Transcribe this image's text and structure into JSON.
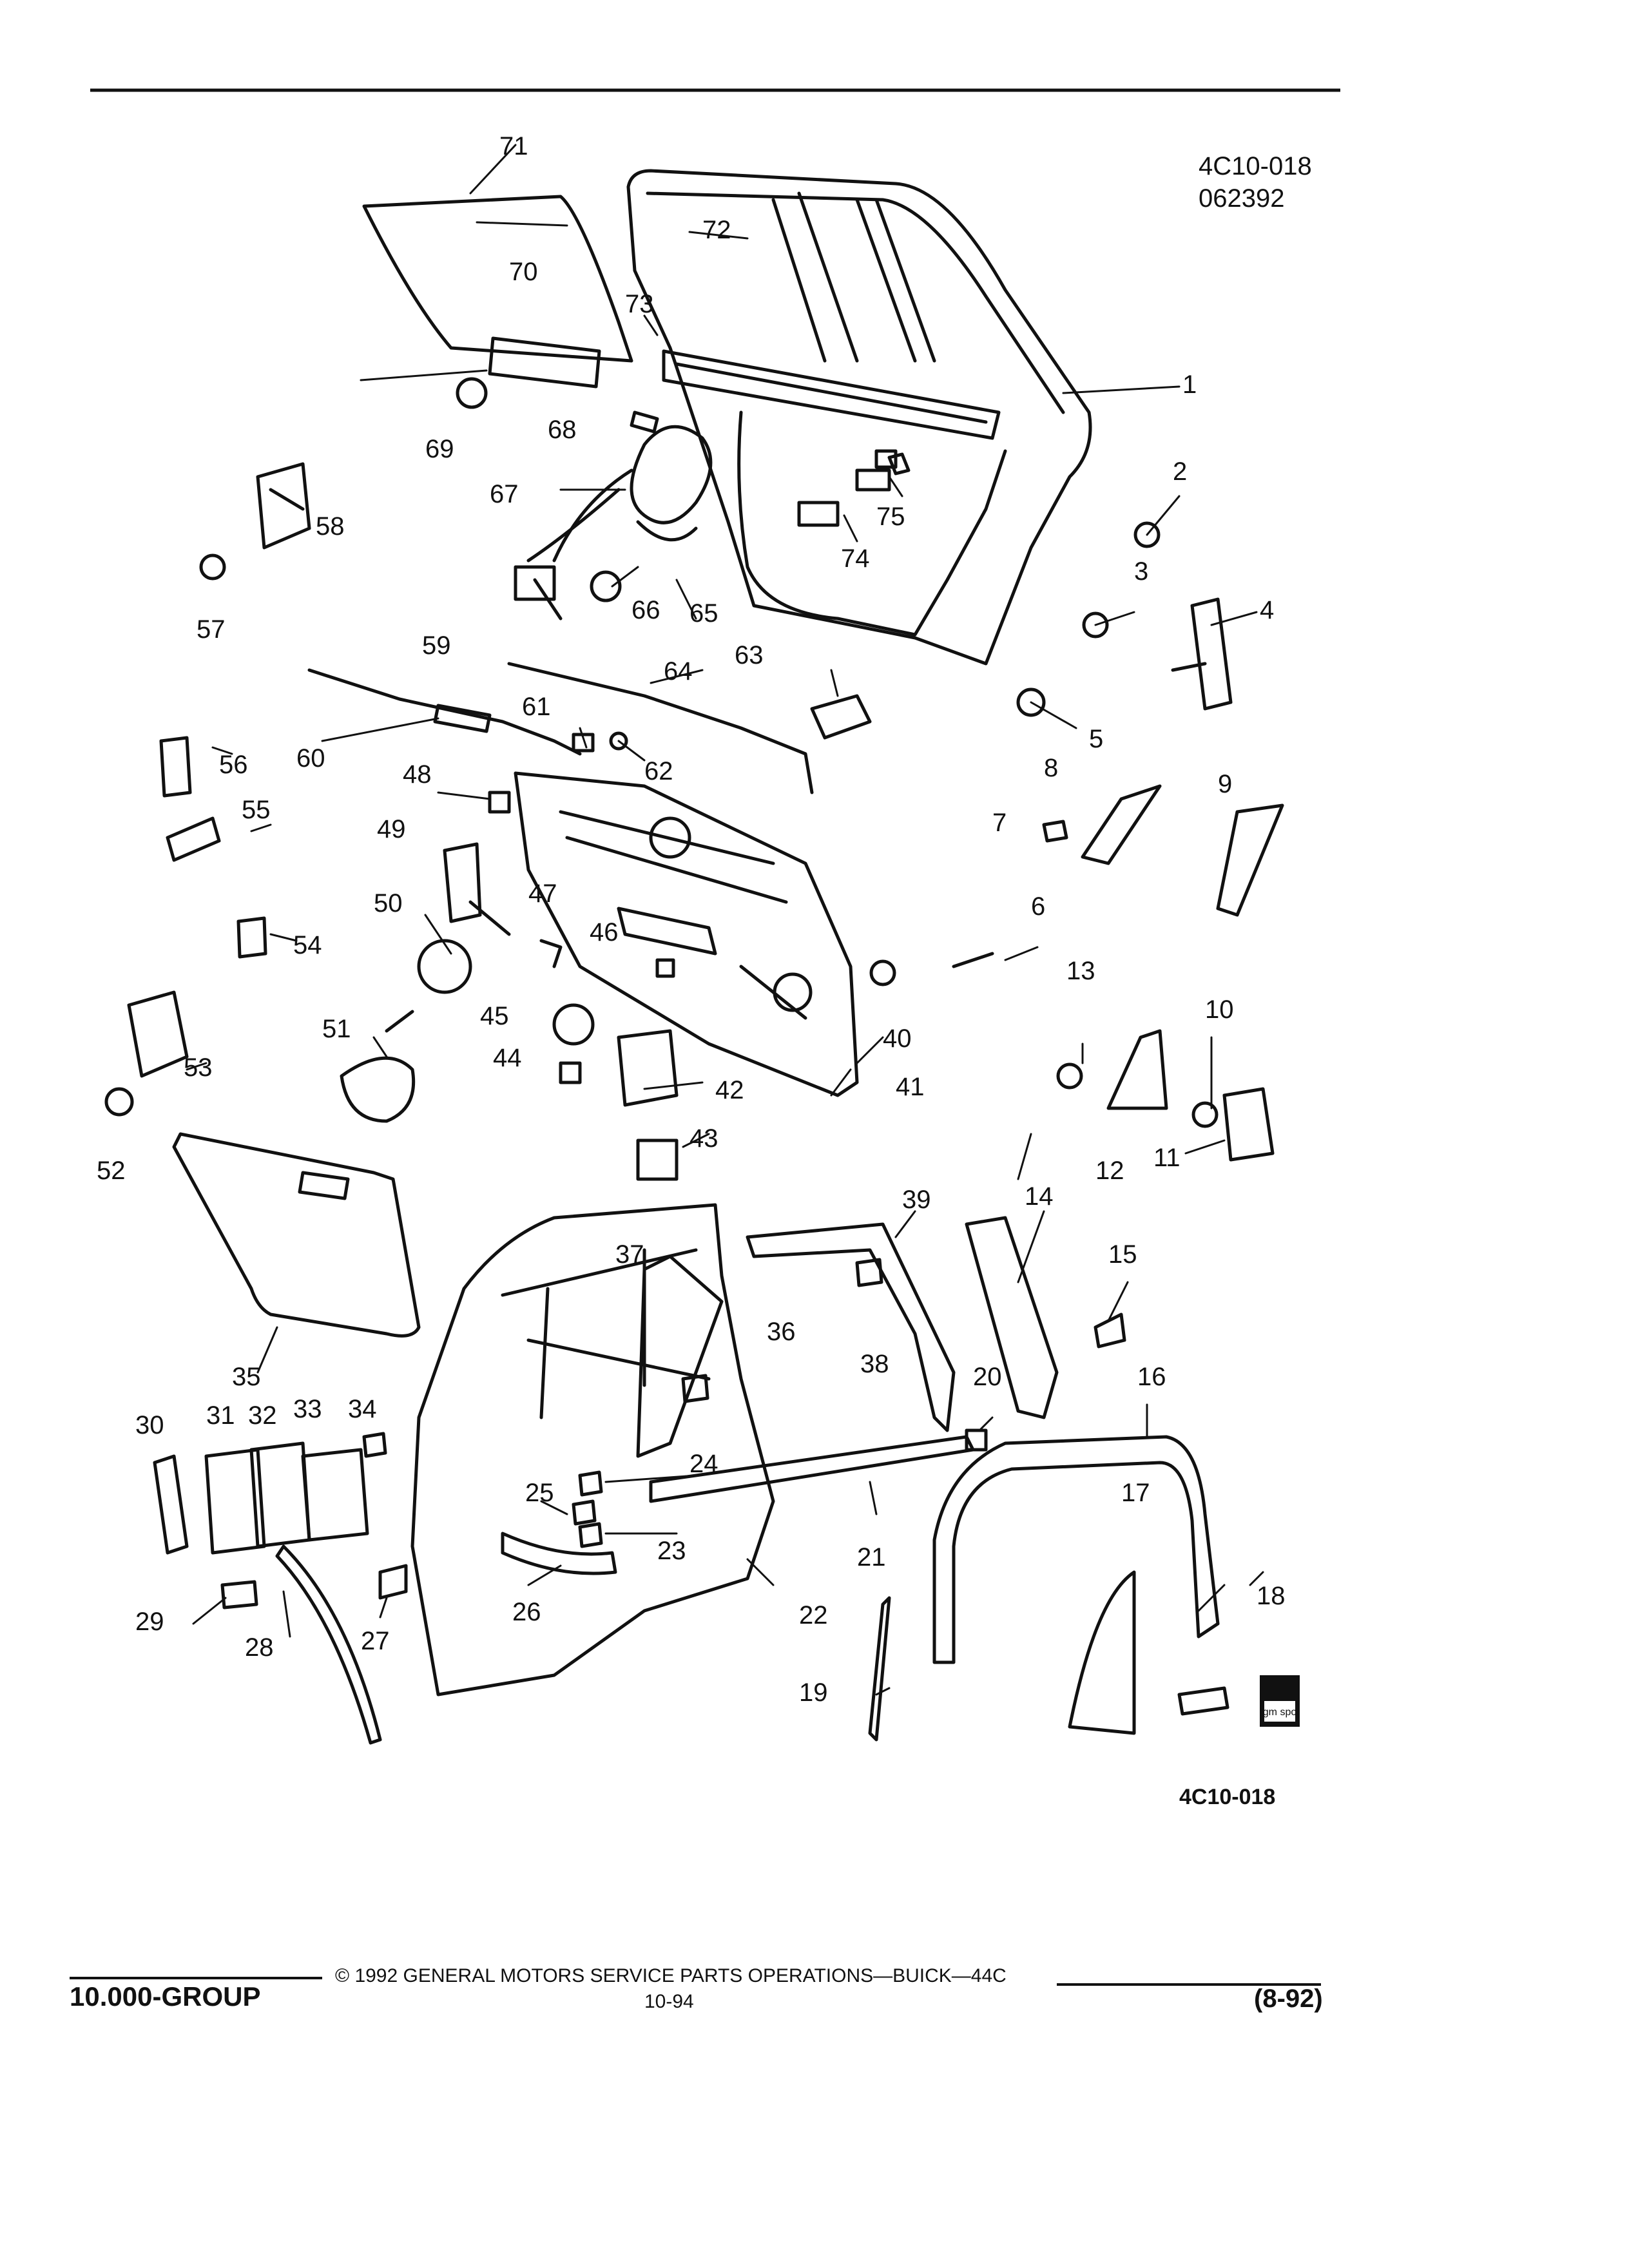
{
  "header": {
    "illustration_code": "4C10-018",
    "date_code": "062392"
  },
  "figure": {
    "bottom_code": "4C10-018",
    "badge_text": "gm spo",
    "callouts": [
      "1",
      "2",
      "3",
      "4",
      "5",
      "6",
      "7",
      "8",
      "9",
      "10",
      "11",
      "12",
      "13",
      "14",
      "15",
      "16",
      "17",
      "18",
      "19",
      "20",
      "21",
      "22",
      "23",
      "24",
      "25",
      "26",
      "27",
      "28",
      "29",
      "30",
      "31",
      "32",
      "33",
      "34",
      "35",
      "36",
      "37",
      "38",
      "39",
      "40",
      "41",
      "42",
      "43",
      "44",
      "45",
      "46",
      "47",
      "48",
      "49",
      "50",
      "51",
      "52",
      "53",
      "54",
      "55",
      "56",
      "57",
      "58",
      "59",
      "60",
      "61",
      "62",
      "63",
      "64",
      "65",
      "66",
      "67",
      "68",
      "69",
      "70",
      "71",
      "72",
      "73",
      "74",
      "75"
    ]
  },
  "footer": {
    "group": "10.000-GROUP",
    "copyright": "© 1992 GENERAL MOTORS SERVICE PARTS OPERATIONS—BUICK—44C",
    "page": "10-94",
    "date": "(8-92)"
  }
}
